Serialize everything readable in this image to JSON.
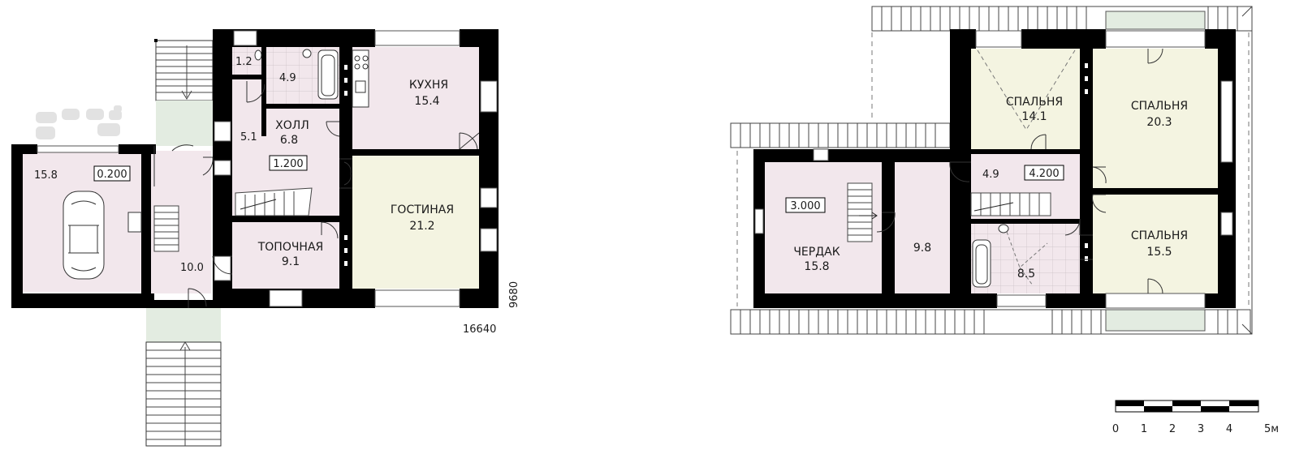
{
  "ground_floor": {
    "rooms": {
      "garage": {
        "area": "15.8",
        "level": "0.200"
      },
      "wc": {
        "area": "1.2"
      },
      "bath": {
        "area": "4.9"
      },
      "kitchen": {
        "name": "КУХНЯ",
        "area": "15.4"
      },
      "corridor": {
        "area": "5.1"
      },
      "hall": {
        "name": "ХОЛЛ",
        "area": "6.8",
        "level": "1.200"
      },
      "living": {
        "name": "ГОСТИНАЯ",
        "area": "21.2"
      },
      "boiler": {
        "name": "ТОПОЧНАЯ",
        "area": "9.1"
      },
      "vestibule": {
        "area": "10.0"
      }
    },
    "dimensions": {
      "width": "16640",
      "depth": "9680"
    }
  },
  "upper_floor": {
    "rooms": {
      "attic": {
        "name": "ЧЕРДАК",
        "area": "15.8",
        "level": "3.000"
      },
      "storage": {
        "area": "9.8"
      },
      "landing": {
        "area": "4.9",
        "level": "4.200"
      },
      "bath": {
        "area": "8.5"
      },
      "bedroom_small": {
        "name": "СПАЛЬНЯ",
        "area": "14.1"
      },
      "bedroom_large": {
        "name": "СПАЛЬНЯ",
        "area": "20.3"
      },
      "bedroom_mid": {
        "name": "СПАЛЬНЯ",
        "area": "15.5"
      }
    }
  },
  "scale": {
    "ticks": [
      "0",
      "1",
      "2",
      "3",
      "4",
      "5м"
    ]
  }
}
